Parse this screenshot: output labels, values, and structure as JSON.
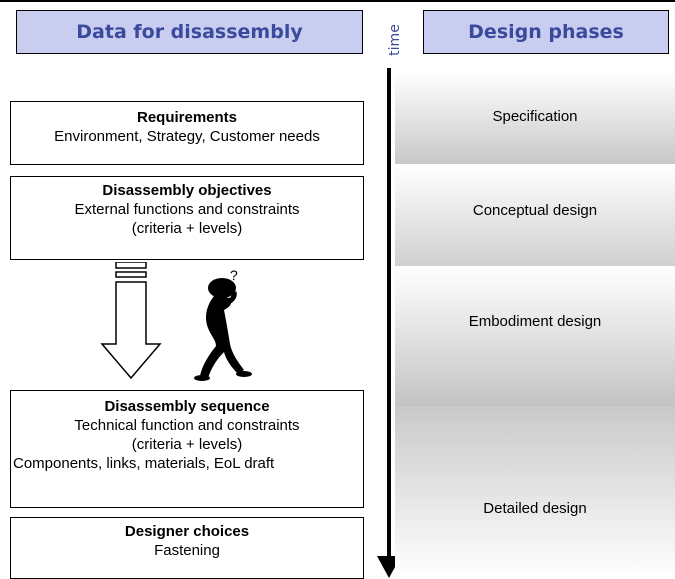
{
  "headers": {
    "left": "Data for disassembly",
    "right": "Design phases"
  },
  "timeline": {
    "label": "time"
  },
  "boxes": {
    "requirements": {
      "title": "Requirements",
      "line1": "Environment, Strategy, Customer needs"
    },
    "objectives": {
      "title": "Disassembly objectives",
      "line1": "External functions and constraints",
      "line2": "(criteria + levels)"
    },
    "sequence": {
      "title": "Disassembly sequence",
      "line1": "Technical function and constraints",
      "line2": "(criteria + levels)",
      "line3": "Components, links, materials, EoL draft"
    },
    "designer_choices": {
      "title": "Designer choices",
      "line1": "Fastening"
    }
  },
  "phases": {
    "specification": "Specification",
    "conceptual": "Conceptual design",
    "embodiment": "Embodiment design",
    "detailed": "Detailed design"
  },
  "colors": {
    "header_bg": "#c9cef0",
    "header_text": "#3b4a9c"
  }
}
